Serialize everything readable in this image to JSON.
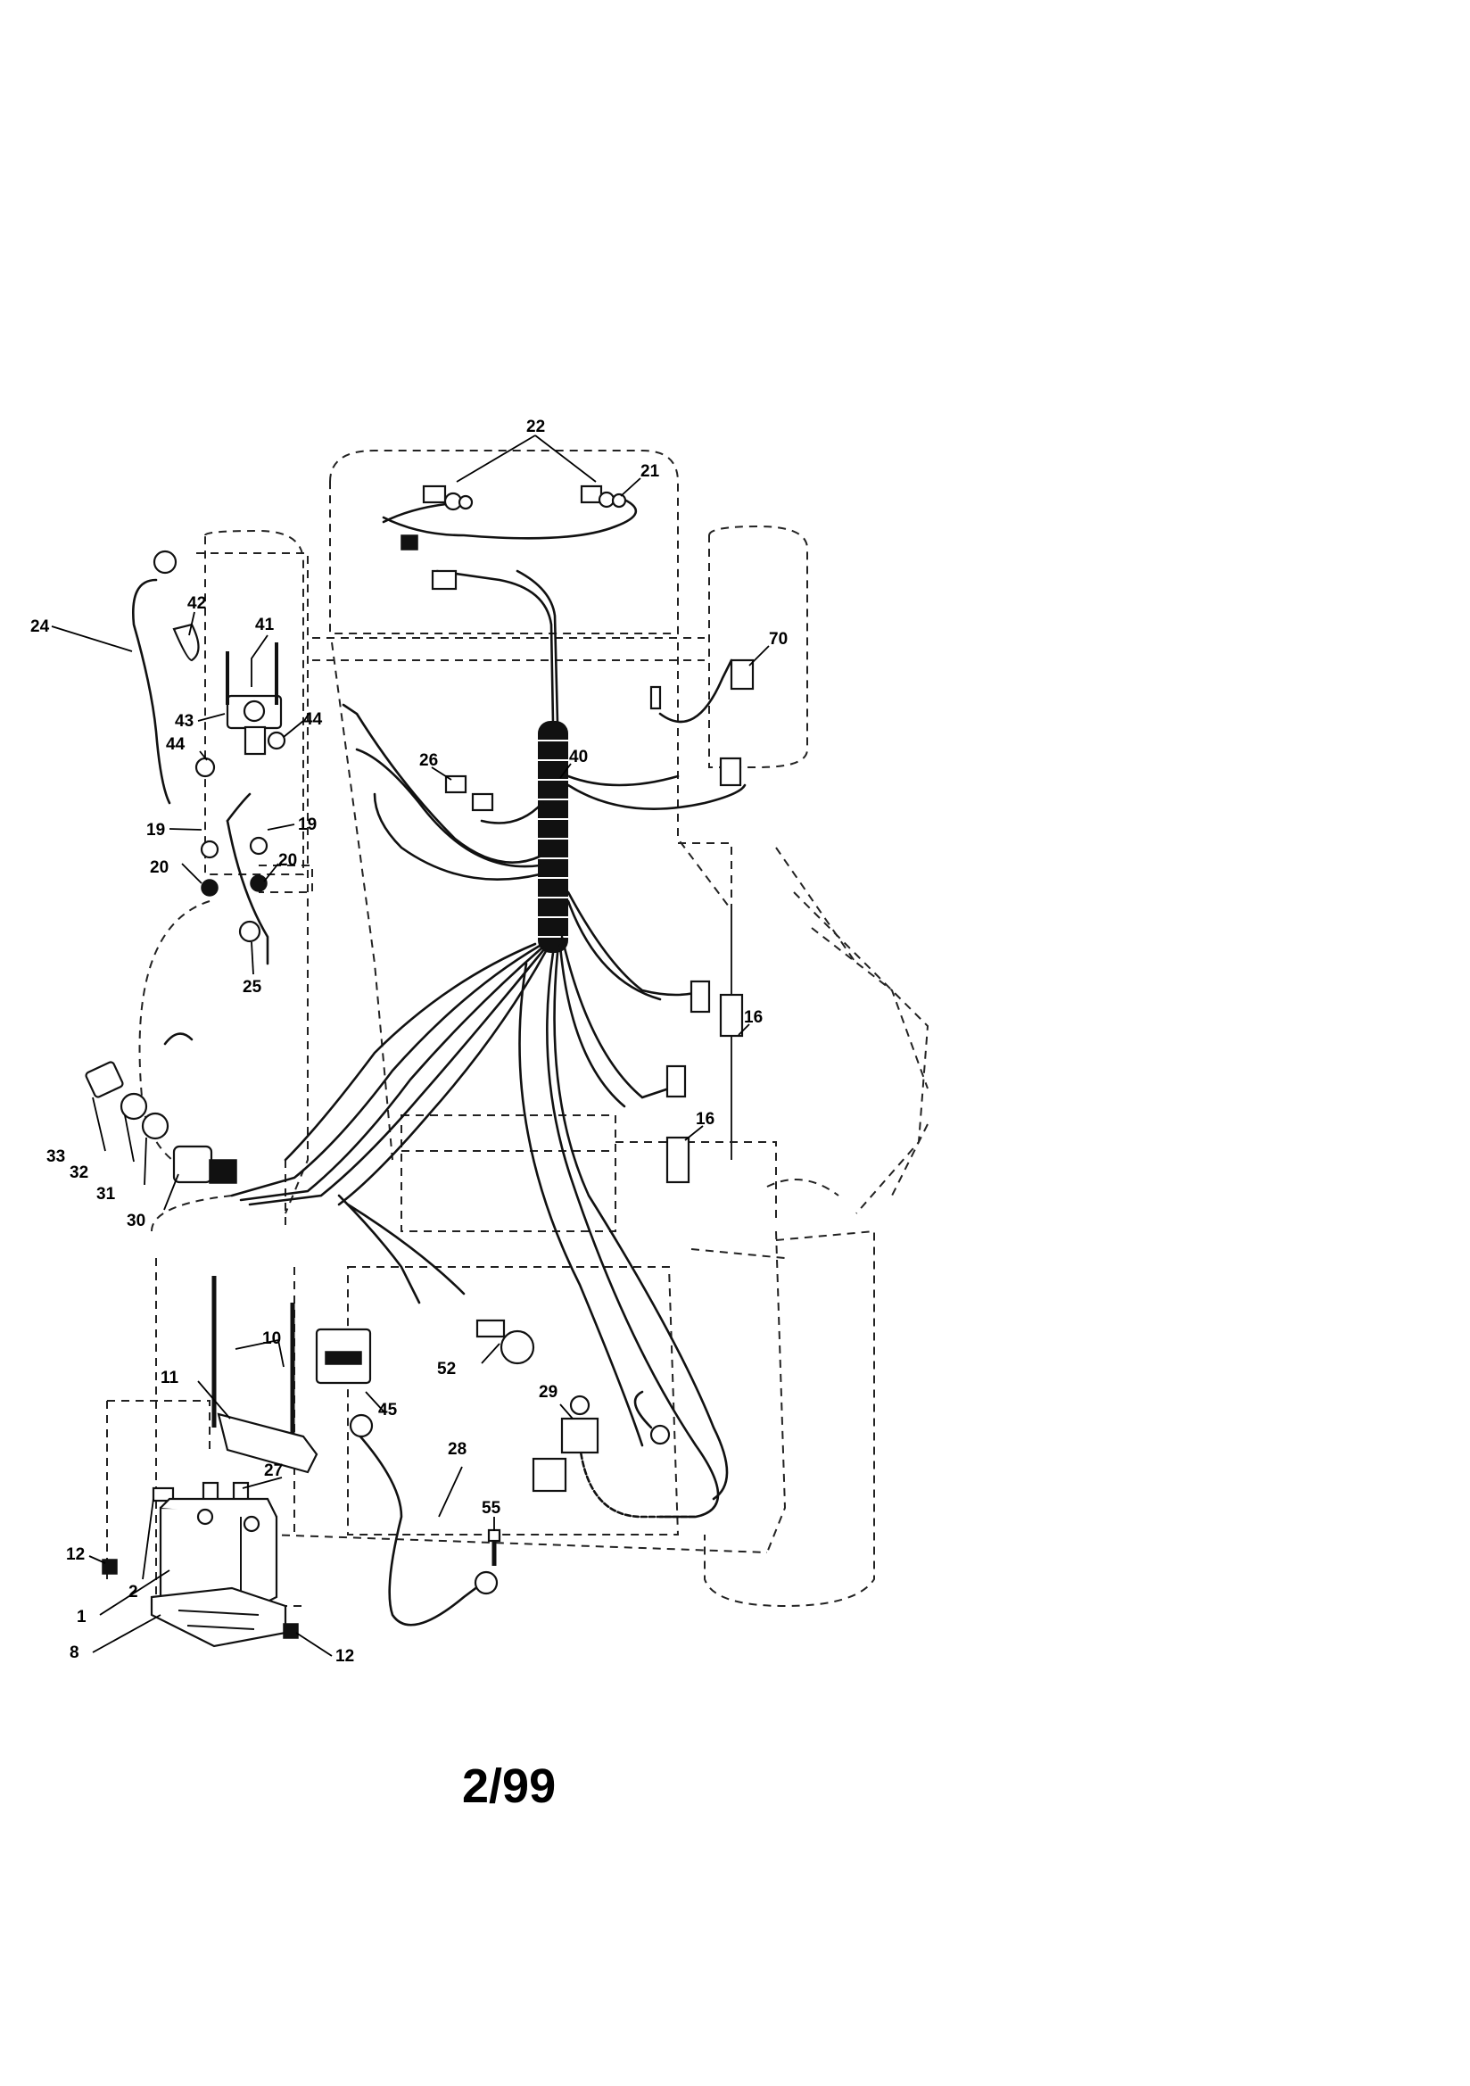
{
  "callouts": {
    "c22": "22",
    "c21": "21",
    "c70": "70",
    "c24": "24",
    "c42": "42",
    "c41": "41",
    "c43": "43",
    "c44a": "44",
    "c44b": "44",
    "c26": "26",
    "c40": "40",
    "c19a": "19",
    "c19b": "19",
    "c20a": "20",
    "c20b": "20",
    "c25": "25",
    "c16a": "16",
    "c16b": "16",
    "c33": "33",
    "c32": "32",
    "c31": "31",
    "c30": "30",
    "c10": "10",
    "c11": "11",
    "c45": "45",
    "c52": "52",
    "c29": "29",
    "c28": "28",
    "c27": "27",
    "c55": "55",
    "c12a": "12",
    "c12b": "12",
    "c2": "2",
    "c1": "1",
    "c8": "8"
  },
  "footer": {
    "date_code": "2/99"
  }
}
